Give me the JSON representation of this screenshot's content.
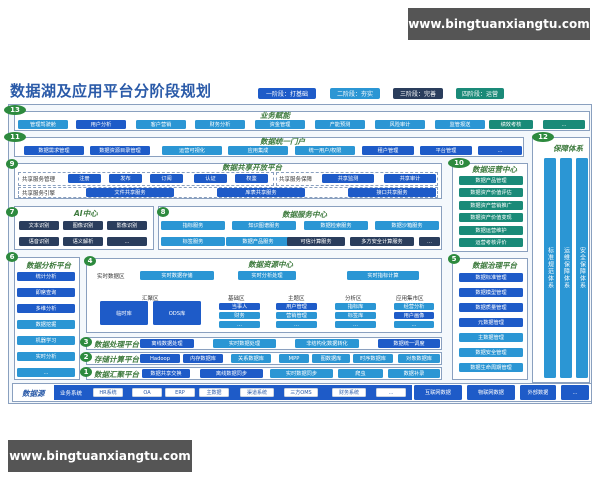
{
  "watermark_top": "www.bingtuanxiangtu.com",
  "watermark_bottom": "www.bingtuanxiangtu.com",
  "title": "数据湖及应用平台分阶段规划",
  "stages": [
    {
      "label": "一阶段：打基础",
      "color": "#1e5bc8"
    },
    {
      "label": "二阶段：夯实",
      "color": "#2b96d4"
    },
    {
      "label": "三阶段：完善",
      "color": "#2a3d5c"
    },
    {
      "label": "四阶段：运营",
      "color": "#1a8a78"
    }
  ],
  "s13": {
    "num": "13",
    "title": "业务赋能",
    "items": [
      "管理驾驶舱",
      "用户分析",
      "客户营销",
      "财务分析",
      "资金管理",
      "产能预测",
      "风险审计",
      "监管报送",
      "绩效考核",
      "..."
    ]
  },
  "s11": {
    "num": "11",
    "title": "数据统一门户",
    "items": [
      "数据需求管理",
      "数据资源目录管理",
      "运营可视化",
      "应用集成",
      "统一用户/权限",
      "租户管理",
      "平台管理",
      "..."
    ]
  },
  "s9": {
    "num": "9",
    "title": "数据共享开放平台",
    "mgmt_label": "共享服务管理",
    "mgmt_items": [
      "注册",
      "发布",
      "订阅",
      "认证",
      "权鉴"
    ],
    "guard_label": "共享服务保障",
    "guard_items": [
      "共享监测",
      "共享审计"
    ],
    "engine_label": "共享服务引擎",
    "engine_items": [
      "文件共享服务",
      "库表共享服务",
      "接口共享服务"
    ]
  },
  "s10": {
    "num": "10",
    "title": "数据运营中心",
    "items": [
      "数据产品管理",
      "数据资产价值评估",
      "数据资产营销推广",
      "数据资产价值变现",
      "数据运营维护",
      "运营考核评价"
    ]
  },
  "s12": {
    "num": "12",
    "title": "保障体系",
    "items": [
      "标准规范体系",
      "运维保障体系",
      "安全保障体系"
    ]
  },
  "s7": {
    "num": "7",
    "title": "AI中心",
    "items": [
      "文本识别",
      "图像识别",
      "影像识别",
      "语音识别",
      "语义解析",
      "..."
    ]
  },
  "s8": {
    "num": "8",
    "title": "数据服务中心",
    "row1": [
      "指标服务",
      "知识图谱服务",
      "数据检索服务",
      "数据沙箱服务"
    ],
    "row2": [
      "标签服务",
      "数据产品服务",
      "可信计算服务",
      "多方安全计算服务",
      "..."
    ]
  },
  "s6": {
    "num": "6",
    "title": "数据分析平台",
    "items": [
      "统计分析",
      "即席查询",
      "多维分析",
      "数据挖掘",
      "机器学习",
      "实时分析",
      "..."
    ]
  },
  "s4": {
    "num": "4",
    "title": "数据资源中心",
    "realtime_label": "实时数据区",
    "realtime_items": [
      "实时数据存储",
      "实时分析处理",
      "实时指标计算"
    ],
    "gather_label": "汇聚区",
    "gather_items": [
      "临时库",
      "ODS库"
    ],
    "base_label": "基础区",
    "base_items": [
      "当事人",
      "财务",
      "..."
    ],
    "topic_label": "主题区",
    "topic_items": [
      "用户管理",
      "营销管理",
      "..."
    ],
    "analysis_label": "分析区",
    "analysis_items": [
      "指标库",
      "标签库",
      "..."
    ],
    "mart_label": "应用集市区",
    "mart_items": [
      "经营分析",
      "用户画像",
      "..."
    ]
  },
  "s5": {
    "num": "5",
    "title": "数据治理平台",
    "items": [
      "数据标准管理",
      "数据模型管理",
      "数据质量管理",
      "元数据管理",
      "主数据管理",
      "数据安全管理",
      "数据生命周期管理"
    ]
  },
  "s3": {
    "num": "3",
    "title": "数据处理平台",
    "items": [
      "离线数据处理",
      "实时数据处理",
      "非结构化数据转化",
      "数据统一调度"
    ]
  },
  "s2": {
    "num": "2",
    "title": "存储计算平台",
    "items": [
      "Hadoop",
      "内存数据库",
      "关系数据库",
      "MPP",
      "图数据库",
      "时序数据库",
      "对象数据库"
    ]
  },
  "s1": {
    "num": "1",
    "title": "数据汇聚平台",
    "items": [
      "数据共享交换",
      "离线数据同步",
      "实时数据同步",
      "爬虫",
      "数据补录"
    ]
  },
  "sources": {
    "title": "数据源",
    "biz_label": "业务系统",
    "biz_items": [
      "HR系统",
      "OA",
      "ERP",
      "主数据",
      "渠道系统",
      "三方OMS",
      "财务系统",
      "..."
    ],
    "ext_items": [
      "互联网数据",
      "物联网数据",
      "外部数据",
      "..."
    ]
  }
}
